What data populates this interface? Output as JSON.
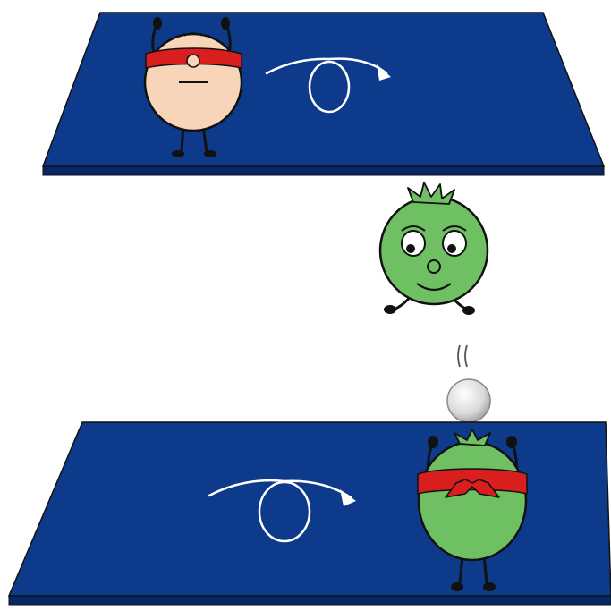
{
  "scene": {
    "description_free": true,
    "colors": {
      "background": "#ffffff",
      "mat": "#0d3a8a",
      "mat_edge": "#072766",
      "peach_skin": "#f8d5b8",
      "green_skin": "#6fbf63",
      "blindfold": "#d91e1e",
      "ball": "#e6e6e6",
      "outline": "#111111",
      "motion_arrow": "#ffffff"
    },
    "icons": {
      "top_mat": "blue-mat",
      "bottom_mat": "blue-mat",
      "top_character": "blindfolded-peach-character",
      "middle_character": "green-tomato-character",
      "bottom_character": "blindfolded-green-character",
      "ball": "white-ball",
      "top_arrow": "looping-arrow",
      "bottom_arrow": "looping-arrow",
      "ball_motion": "motion-lines"
    }
  }
}
